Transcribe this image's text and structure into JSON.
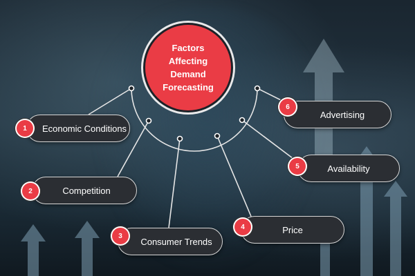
{
  "diagram": {
    "title": "Factors Affecting Demand Forecasting",
    "factors": [
      {
        "number": "1",
        "label": "Economic Conditions"
      },
      {
        "number": "2",
        "label": "Competition"
      },
      {
        "number": "3",
        "label": "Consumer Trends"
      },
      {
        "number": "4",
        "label": "Price"
      },
      {
        "number": "5",
        "label": "Availability"
      },
      {
        "number": "6",
        "label": "Advertising"
      }
    ]
  },
  "colors": {
    "accent_red": "#ea3c45",
    "pill_background": "#2b2e33",
    "pill_border": "#d9d9d9",
    "connector": "#e6e6e6"
  }
}
